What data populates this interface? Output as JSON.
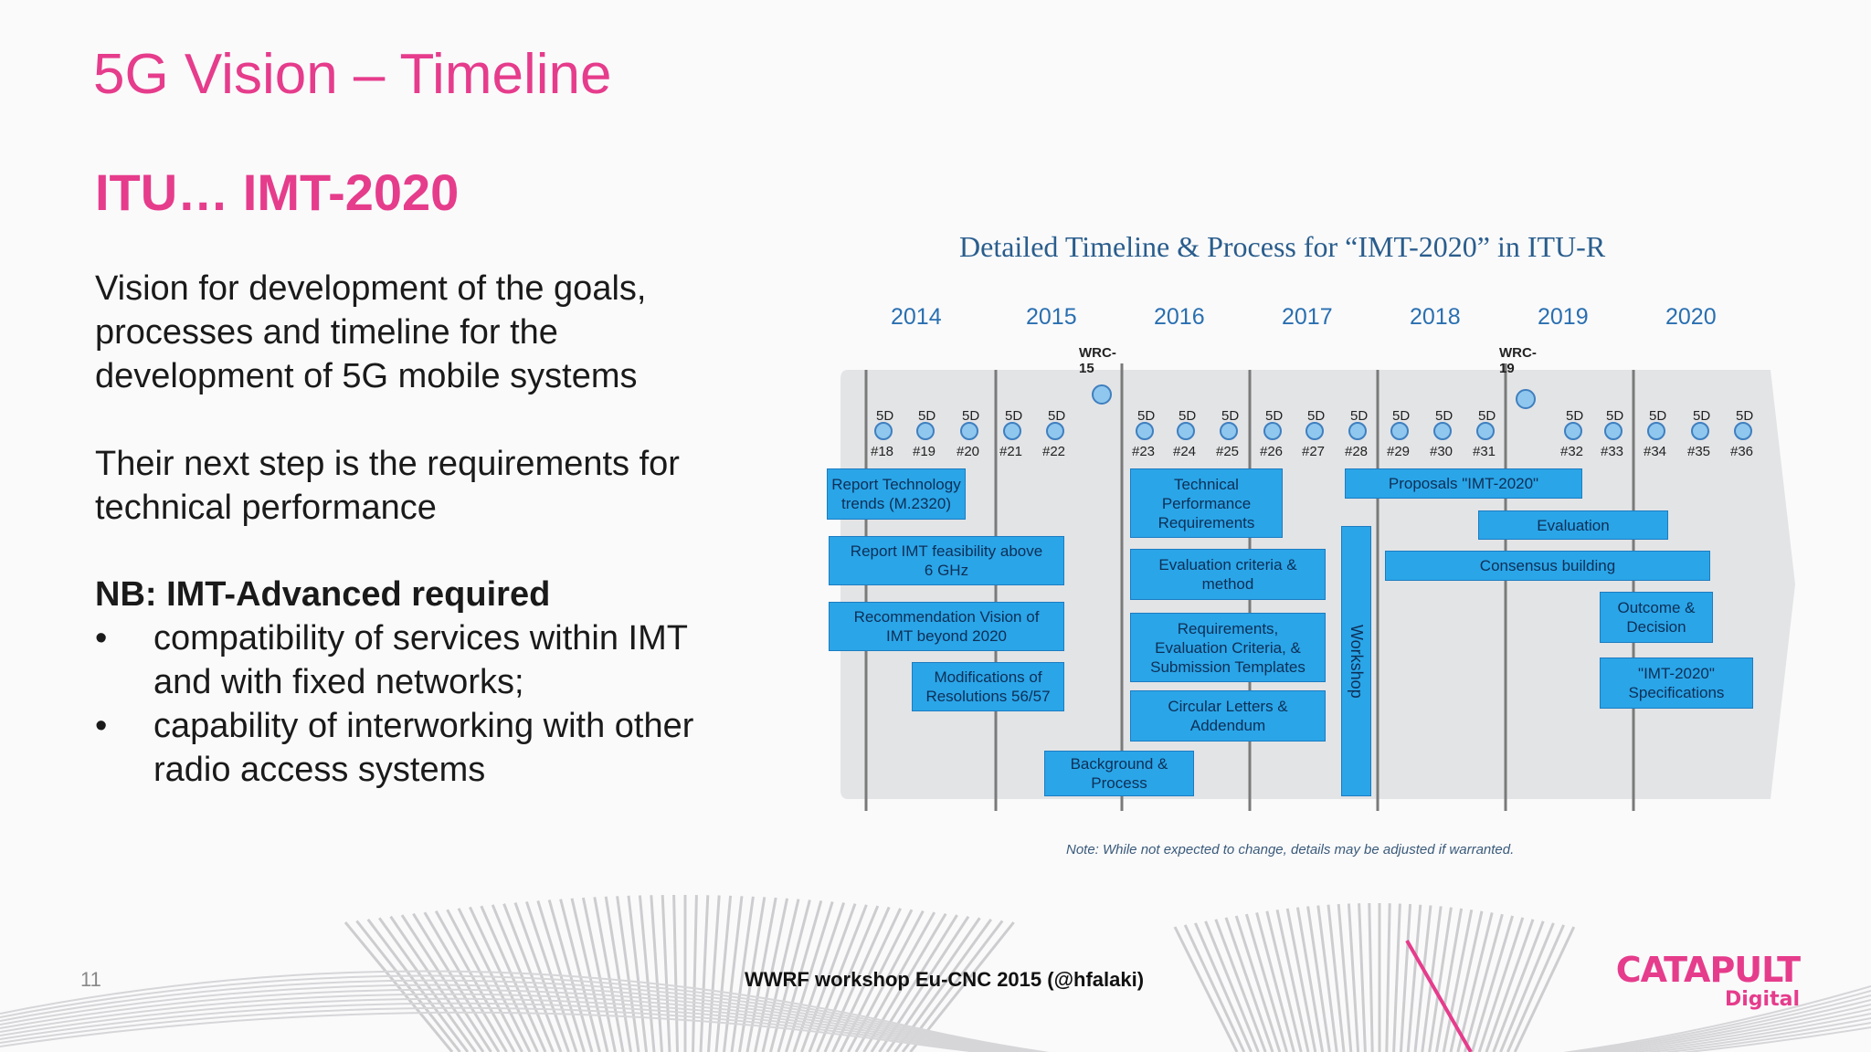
{
  "slide": {
    "title": "5G Vision – Timeline",
    "subtitle": "ITU… IMT-2020",
    "para1": [
      "Vision for development of the goals,",
      "processes and timeline for the",
      "development of 5G mobile systems"
    ],
    "para2": [
      "Their next step is the requirements for",
      "technical performance"
    ],
    "nb_heading": "NB: IMT-Advanced required",
    "bullets": [
      {
        "marker": "•",
        "lines": [
          "compatibility of services within IMT",
          "and with fixed networks;"
        ]
      },
      {
        "marker": "•",
        "lines": [
          "capability of interworking with other",
          "radio access systems"
        ]
      }
    ],
    "page_number": "11",
    "footer_event": "WWRF workshop Eu-CNC 2015 (@hfalaki)",
    "logo": {
      "line1": "CATAPULT",
      "line2": "Digital"
    }
  },
  "figure": {
    "title": "Detailed Timeline & Process for “IMT-2020” in ITU-R",
    "years": [
      "2014",
      "2015",
      "2016",
      "2017",
      "2018",
      "2019",
      "2020"
    ],
    "wrc": [
      "WRC-15",
      "WRC-19"
    ],
    "meeting_prefix": "5D",
    "meetings": [
      "#18",
      "#19",
      "#20",
      "#21",
      "#22",
      "#23",
      "#24",
      "#25",
      "#26",
      "#27",
      "#28",
      "#29",
      "#30",
      "#31",
      "#32",
      "#33",
      "#34",
      "#35",
      "#36"
    ],
    "activities": [
      {
        "lines": [
          "Report Technology",
          "trends (M.2320)"
        ]
      },
      {
        "lines": [
          "Report  IMT feasibility  above",
          "6 GHz"
        ]
      },
      {
        "lines": [
          "Recommendation Vision of",
          "IMT beyond 2020"
        ]
      },
      {
        "lines": [
          "Modifications of",
          "Resolutions 56/57"
        ]
      },
      {
        "lines": [
          "Background &",
          "Process"
        ]
      },
      {
        "lines": [
          "Technical",
          "Performance",
          "Requirements"
        ]
      },
      {
        "lines": [
          "Evaluation criteria &",
          "method"
        ]
      },
      {
        "lines": [
          "Requirements,",
          "Evaluation Criteria, &",
          "Submission Templates"
        ]
      },
      {
        "lines": [
          "Circular Letters &",
          "Addendum"
        ]
      },
      {
        "lines": [
          "Workshop"
        ]
      },
      {
        "lines": [
          "Proposals \"IMT-2020\""
        ]
      },
      {
        "lines": [
          "Evaluation"
        ]
      },
      {
        "lines": [
          "Consensus building"
        ]
      },
      {
        "lines": [
          "Outcome &",
          "Decision"
        ]
      },
      {
        "lines": [
          "\"IMT-2020\"",
          "Specifications"
        ]
      }
    ],
    "note": "Note: While not expected to change, details may be adjusted if warranted.",
    "colors": {
      "box": "#2aa5e8",
      "box_text": "#0d2f56",
      "band": "#e3e4e6",
      "year_text": "#2a6fb0",
      "title_text": "#2a5d8c",
      "accent": "#e63c8c"
    }
  }
}
